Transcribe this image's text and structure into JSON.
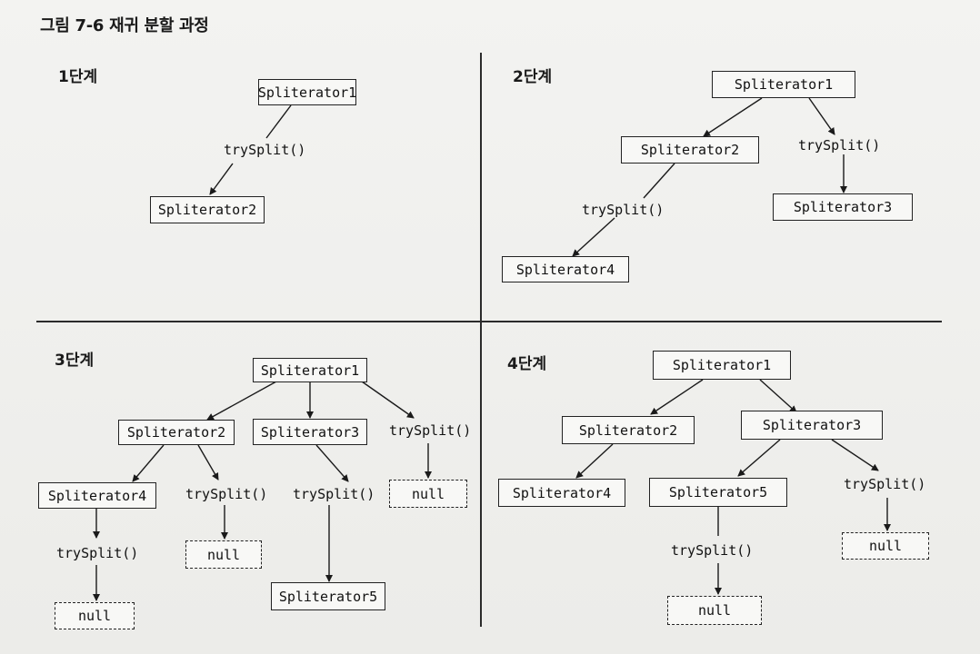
{
  "figure": {
    "title": "그림 7-6 재귀 분할 과정"
  },
  "stages": [
    {
      "label": "1단계",
      "nodes": {
        "s1": "Spliterator1",
        "s2": "Spliterator2"
      },
      "calls": {
        "c1": "trySplit()"
      }
    },
    {
      "label": "2단계",
      "nodes": {
        "s1": "Spliterator1",
        "s2": "Spliterator2",
        "s3": "Spliterator3",
        "s4": "Spliterator4"
      },
      "calls": {
        "c1": "trySplit()",
        "c2": "trySplit()"
      }
    },
    {
      "label": "3단계",
      "nodes": {
        "s1": "Spliterator1",
        "s2": "Spliterator2",
        "s3": "Spliterator3",
        "s4": "Spliterator4",
        "s5": "Spliterator5",
        "n1": "null",
        "n2": "null",
        "n3": "null"
      },
      "calls": {
        "c1": "trySplit()",
        "c2": "trySplit()",
        "c3": "trySplit()",
        "c4": "trySplit()"
      }
    },
    {
      "label": "4단계",
      "nodes": {
        "s1": "Spliterator1",
        "s2": "Spliterator2",
        "s3": "Spliterator3",
        "s4": "Spliterator4",
        "s5": "Spliterator5",
        "n1": "null",
        "n2": "null"
      },
      "calls": {
        "c1": "trySplit()",
        "c2": "trySplit()"
      }
    }
  ]
}
